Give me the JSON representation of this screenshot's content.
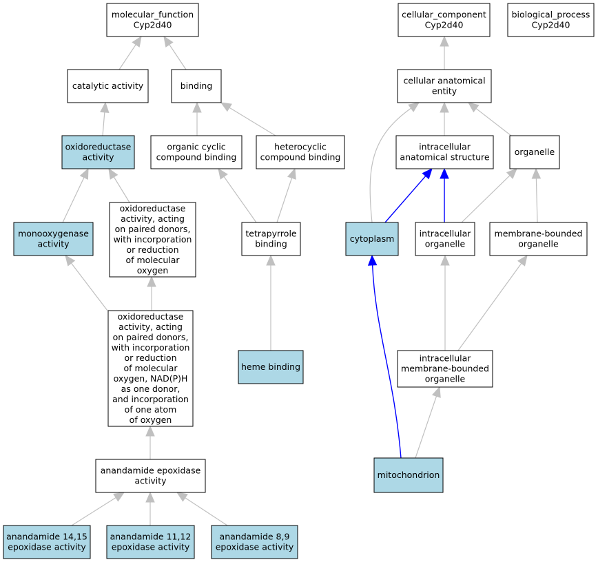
{
  "colors": {
    "highlight_fill": "#add8e6",
    "default_fill": "#ffffff",
    "node_stroke": "#000000",
    "edge_gray": "#c0c0c0",
    "edge_blue": "#0000ff"
  },
  "nodes": [
    {
      "id": "mf",
      "lines": [
        "molecular_function",
        "Cyp2d40"
      ],
      "highlight": false
    },
    {
      "id": "cc",
      "lines": [
        "cellular_component",
        "Cyp2d40"
      ],
      "highlight": false
    },
    {
      "id": "bp",
      "lines": [
        "biological_process",
        "Cyp2d40"
      ],
      "highlight": false
    },
    {
      "id": "catalytic",
      "lines": [
        "catalytic activity"
      ],
      "highlight": false
    },
    {
      "id": "binding",
      "lines": [
        "binding"
      ],
      "highlight": false
    },
    {
      "id": "cae",
      "lines": [
        "cellular anatomical",
        "entity"
      ],
      "highlight": false
    },
    {
      "id": "oxido",
      "lines": [
        "oxidoreductase",
        "activity"
      ],
      "highlight": true
    },
    {
      "id": "organic",
      "lines": [
        "organic cyclic",
        "compound binding"
      ],
      "highlight": false
    },
    {
      "id": "hetero",
      "lines": [
        "heterocyclic",
        "compound binding"
      ],
      "highlight": false
    },
    {
      "id": "ias",
      "lines": [
        "intracellular",
        "anatomical structure"
      ],
      "highlight": false
    },
    {
      "id": "organelle",
      "lines": [
        "organelle"
      ],
      "highlight": false
    },
    {
      "id": "oxpaired",
      "lines": [
        "oxidoreductase",
        "activity, acting",
        "on paired donors,",
        "with incorporation",
        "or reduction",
        "of molecular",
        "oxygen"
      ],
      "highlight": false
    },
    {
      "id": "mono",
      "lines": [
        "monooxygenase",
        "activity"
      ],
      "highlight": true
    },
    {
      "id": "tetra",
      "lines": [
        "tetrapyrrole",
        "binding"
      ],
      "highlight": false
    },
    {
      "id": "cyto",
      "lines": [
        "cytoplasm"
      ],
      "highlight": true
    },
    {
      "id": "io",
      "lines": [
        "intracellular",
        "organelle"
      ],
      "highlight": false
    },
    {
      "id": "mbo",
      "lines": [
        "membrane-bounded",
        "organelle"
      ],
      "highlight": false
    },
    {
      "id": "oxnadph",
      "lines": [
        "oxidoreductase",
        "activity, acting",
        "on paired donors,",
        "with incorporation",
        "or reduction",
        "of molecular",
        "oxygen, NAD(P)H",
        "as one donor,",
        "and incorporation",
        "of one atom",
        "of oxygen"
      ],
      "highlight": false
    },
    {
      "id": "heme",
      "lines": [
        "heme binding"
      ],
      "highlight": true
    },
    {
      "id": "imbo",
      "lines": [
        "intracellular",
        "membrane-bounded",
        "organelle"
      ],
      "highlight": false
    },
    {
      "id": "anan",
      "lines": [
        "anandamide epoxidase",
        "activity"
      ],
      "highlight": false
    },
    {
      "id": "mito",
      "lines": [
        "mitochondrion"
      ],
      "highlight": true
    },
    {
      "id": "a1415",
      "lines": [
        "anandamide 14,15",
        "epoxidase activity"
      ],
      "highlight": true
    },
    {
      "id": "a1112",
      "lines": [
        "anandamide 11,12",
        "epoxidase activity"
      ],
      "highlight": true
    },
    {
      "id": "a89",
      "lines": [
        "anandamide 8,9",
        "epoxidase activity"
      ],
      "highlight": true
    }
  ],
  "edges": [
    {
      "from": "catalytic",
      "to": "mf",
      "color": "gray"
    },
    {
      "from": "binding",
      "to": "mf",
      "color": "gray"
    },
    {
      "from": "oxido",
      "to": "catalytic",
      "color": "gray"
    },
    {
      "from": "organic",
      "to": "binding",
      "color": "gray"
    },
    {
      "from": "hetero",
      "to": "binding",
      "color": "gray"
    },
    {
      "from": "mono",
      "to": "oxido",
      "color": "gray"
    },
    {
      "from": "oxpaired",
      "to": "oxido",
      "color": "gray"
    },
    {
      "from": "tetra",
      "to": "organic",
      "color": "gray"
    },
    {
      "from": "tetra",
      "to": "hetero",
      "color": "gray"
    },
    {
      "from": "oxnadph",
      "to": "mono",
      "color": "gray"
    },
    {
      "from": "oxnadph",
      "to": "oxpaired",
      "color": "gray"
    },
    {
      "from": "heme",
      "to": "tetra",
      "color": "gray"
    },
    {
      "from": "anan",
      "to": "oxnadph",
      "color": "gray"
    },
    {
      "from": "a1415",
      "to": "anan",
      "color": "gray"
    },
    {
      "from": "a1112",
      "to": "anan",
      "color": "gray"
    },
    {
      "from": "a89",
      "to": "anan",
      "color": "gray"
    },
    {
      "from": "cae",
      "to": "cc",
      "color": "gray"
    },
    {
      "from": "ias",
      "to": "cae",
      "color": "gray"
    },
    {
      "from": "organelle",
      "to": "cae",
      "color": "gray"
    },
    {
      "from": "cyto",
      "to": "cae",
      "color": "gray",
      "curve": true
    },
    {
      "from": "cyto",
      "to": "ias",
      "color": "blue"
    },
    {
      "from": "io",
      "to": "ias",
      "color": "blue"
    },
    {
      "from": "io",
      "to": "organelle",
      "color": "gray"
    },
    {
      "from": "mbo",
      "to": "organelle",
      "color": "gray"
    },
    {
      "from": "imbo",
      "to": "io",
      "color": "gray"
    },
    {
      "from": "imbo",
      "to": "mbo",
      "color": "gray"
    },
    {
      "from": "mito",
      "to": "imbo",
      "color": "gray"
    },
    {
      "from": "mito",
      "to": "cyto",
      "color": "blue",
      "curve": true
    }
  ]
}
